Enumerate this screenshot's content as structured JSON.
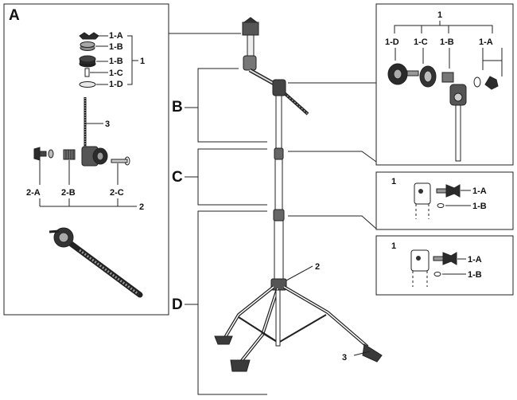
{
  "sections": [
    "A",
    "B",
    "C",
    "D"
  ],
  "panel_a": {
    "letter": "A",
    "set1": [
      "1-A",
      "1-B",
      "1-B",
      "1-C",
      "1-D"
    ],
    "set1_group": "1",
    "rod": "3",
    "set2": [
      "2-A",
      "2-B",
      "2-C"
    ],
    "set2_group": "2"
  },
  "panel_top_right": {
    "group": "1",
    "parts": [
      "1-D",
      "1-C",
      "1-B",
      "1-A"
    ]
  },
  "panel_mid_right": {
    "group": "1",
    "parts": [
      "1-A",
      "1-B"
    ]
  },
  "panel_low_right": {
    "group": "1",
    "parts": [
      "1-A",
      "1-B"
    ]
  },
  "stand_callouts": [
    "2",
    "3"
  ],
  "colors": {
    "line": "#222222",
    "part_dark": "#2b2b2b",
    "part_gray": "#9a9a9a",
    "foot": "#3a3a3a"
  }
}
